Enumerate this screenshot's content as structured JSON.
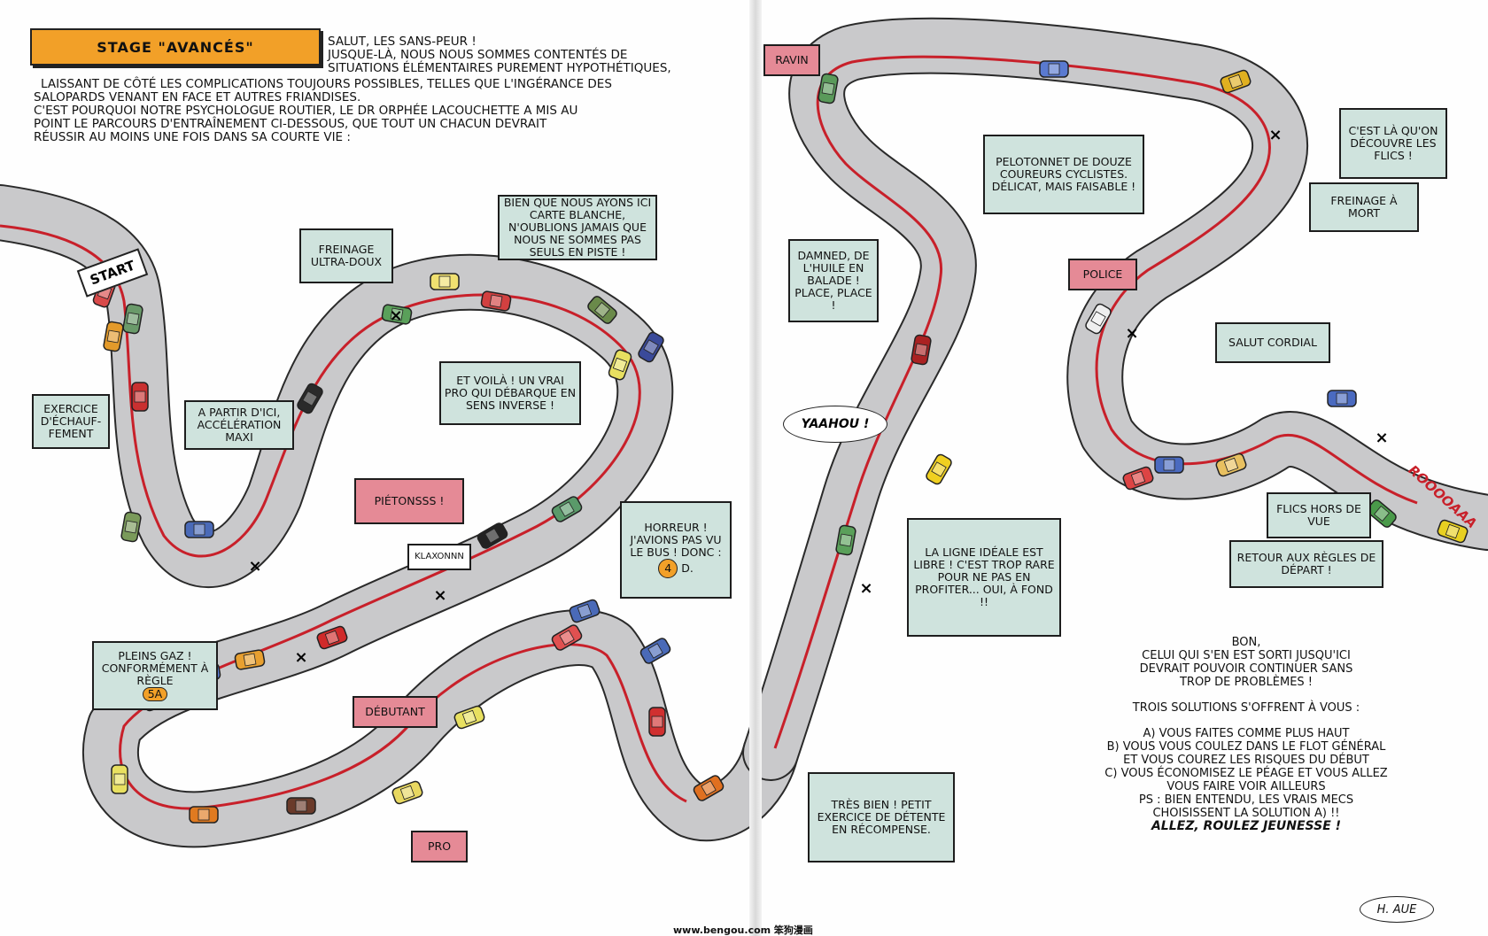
{
  "title": "STAGE \"AVANCÉS\"",
  "intro": {
    "line1": "SALUT, LES SANS-PEUR !",
    "line2": "JUSQUE-LÀ, NOUS NOUS SOMMES CONTENTÉS DE",
    "line3": "SITUATIONS ÉLÉMENTAIRES PUREMENT HYPOTHÉTIQUES,",
    "line4": "LAISSANT DE CÔTÉ LES COMPLICATIONS TOUJOURS POSSIBLES, TELLES QUE L'INGÉRANCE DES",
    "line5": "SALOPARDS VENANT EN FACE ET AUTRES FRIANDISES.",
    "line6": "C'EST POURQUOI NOTRE PSYCHOLOGUE ROUTIER, LE DR ORPHÉE LACOUCHETTE A MIS AU",
    "line7": "POINT LE PARCOURS D'ENTRAÎNEMENT CI-DESSOUS, QUE TOUT UN CHACUN DEVRAIT",
    "line8": "RÉUSSIR AU MOINS UNE FOIS DANS SA COURTE VIE :"
  },
  "start_sign": "START",
  "labels": {
    "echauffement": "EXERCICE D'ÉCHAUF- FEMENT",
    "acceleration": "A PARTIR D'ICI, ACCÉLÉRATION MAXI",
    "freinage": "FREINAGE ULTRA-DOUX",
    "blanche": "BIEN QUE NOUS AYONS ICI CARTE BLANCHE, N'OUBLIONS JAMAIS QUE NOUS NE SOMMES PAS SEULS EN PISTE !",
    "voila": "ET VOILÀ ! UN VRAI PRO QUI DÉBARQUE EN SENS INVERSE !",
    "pietons": "PIÉTONSSS !",
    "klaxon": "KLAXONNN",
    "horreur": "HORREUR ! J'AVIONS PAS VU LE BUS ! DONC :",
    "horreur_circle": "4",
    "horreur_suffix": "d.",
    "pleins_gaz": "PLEINS GAZ ! CONFORMÉMENT À RÈGLE",
    "pleins_gaz_rule": "5a",
    "debutant": "DÉBUTANT",
    "pro": "PRO",
    "ravin": "RAVIN",
    "damned": "DAMNED, DE L'HUILE EN BALADE ! PLACE, PLACE !",
    "yaahou": "YAAHOU !",
    "ligne": "LA LIGNE IDÉALE EST LIBRE ! C'EST TROP RARE POUR NE PAS EN PROFITER... OUI, À FOND !!",
    "tres_bien": "TRÈS BIEN ! PETIT EXERCICE DE DÉTENTE EN RÉCOMPENSE.",
    "peloton": "PELOTONNET DE DOUZE COUREURS CYCLISTES. DÉLICAT, MAIS FAISABLE !",
    "flics": "C'EST LÀ QU'ON DÉCOUVRE LES FLICS !",
    "freinage_mort": "FREINAGE À MORT",
    "police": "POLICE",
    "salut": "SALUT CORDIAL",
    "hors_vue": "FLICS HORS DE VUE",
    "retour": "RETOUR AUX RÈGLES DE DÉPART !",
    "vroom": "ROOOOAAA"
  },
  "ending": {
    "l1": "BON,",
    "l2": "CELUI QUI S'EN EST SORTI JUSQU'ICI",
    "l3": "DEVRAIT POUVOIR CONTINUER SANS",
    "l4": "TROP DE PROBLÈMES !",
    "l5": "TROIS SOLUTIONS S'OFFRENT À VOUS :",
    "l6": "A) VOUS FAITES COMME PLUS HAUT",
    "l7": "B) VOUS VOUS COULEZ DANS LE FLOT GÉNÉRAL",
    "l8": "ET VOUS COUREZ LES RISQUES DU DÉBUT",
    "l9": "C) VOUS ÉCONOMISEZ LE PÉAGE ET VOUS ALLEZ",
    "l10": "VOUS FAIRE VOIR AILLEURS",
    "l11": "PS : BIEN ENTENDU, LES VRAIS MECS",
    "l12": "CHOISISSENT LA SOLUTION A) !!",
    "l13": "ALLEZ, ROULEZ JEUNESSE !"
  },
  "signature": "H. AUE",
  "footer": "www.bengou.com 笨狗漫画",
  "colors": {
    "road": "#c9c9cb",
    "road_edge": "#2a2a2a",
    "racing_line": "#c8202a",
    "box": "#cfe3dd",
    "pink": "#e58a96",
    "title": "#f2a028"
  }
}
